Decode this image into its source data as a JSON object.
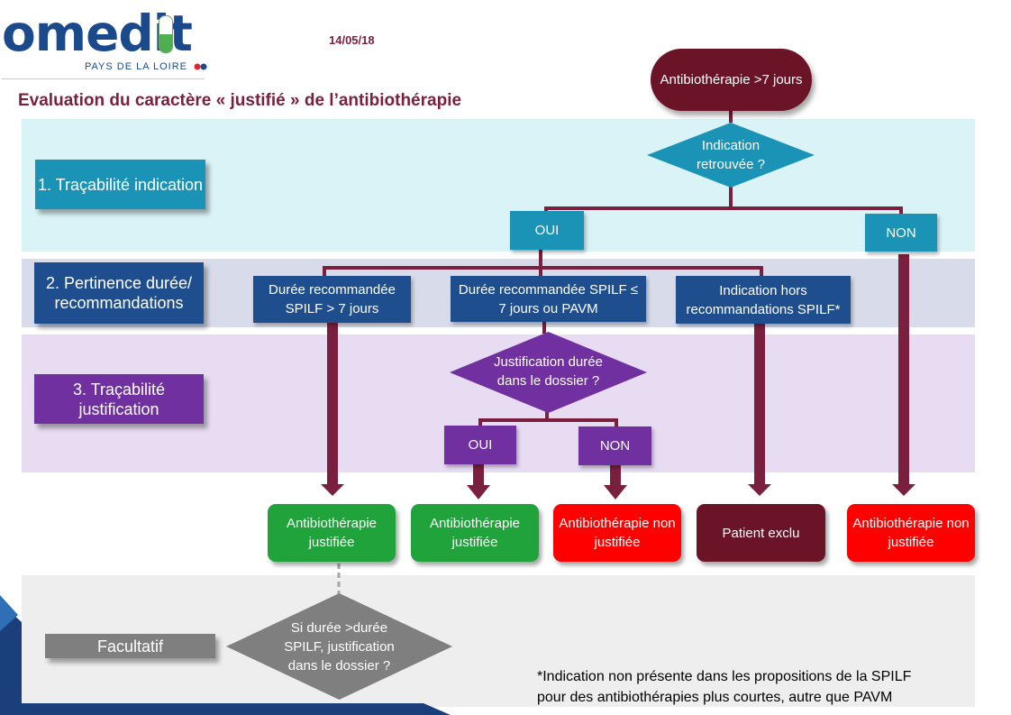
{
  "header": {
    "logo_text": "omedit",
    "logo_subtitle": "PAYS DE LA LOIRE",
    "date": "14/05/18",
    "title": "Evaluation du caractère « justifié » de l’antibiothérapie"
  },
  "steps": [
    {
      "label": "1. Traçabilité indication"
    },
    {
      "label": "2. Pertinence durée/ recommandations"
    },
    {
      "label": "3. Traçabilité justification"
    },
    {
      "label": "Facultatif"
    }
  ],
  "nodes": {
    "start": "Antibiothérapie >7 jours",
    "q_indication": "Indication retrouvée ?",
    "oui_1": "OUI",
    "non_1": "NON",
    "duree_sup": "Durée recommandée SPILF > 7 jours",
    "duree_inf": "Durée recommandée SPILF ≤ 7 jours ou PAVM",
    "hors_reco": "Indication hors recommandations SPILF*",
    "q_justification": "Justification durée dans le dossier ?",
    "oui_2": "OUI",
    "non_2": "NON",
    "q_facultatif": "Si durée >durée SPILF, justification dans le dossier ?"
  },
  "outcomes": [
    {
      "label": "Antibiothérapie justifiée"
    },
    {
      "label": "Antibiothérapie justifiée"
    },
    {
      "label": "Antibiothérapie non justifiée"
    },
    {
      "label": "Patient exclu"
    },
    {
      "label": "Antibiothérapie non justifiée"
    }
  ],
  "footnote": {
    "line1": "*Indication non présente dans les propositions de la SPILF",
    "line2": "pour des antibiothérapies plus courtes, autre que PAVM"
  },
  "colors": {
    "band1": "#d9f3f7",
    "band2": "#d8dcea",
    "band3": "#e8dcf3",
    "band4": "#eeeeee",
    "step1": "#1b93b6",
    "step2": "#1f4e8e",
    "step3": "#7030a0",
    "facultatif": "#7f7f7f",
    "arrow": "#7a1f3d",
    "justified": "#1fa33a",
    "not_justified": "#ff0000",
    "excluded": "#6b1428"
  }
}
